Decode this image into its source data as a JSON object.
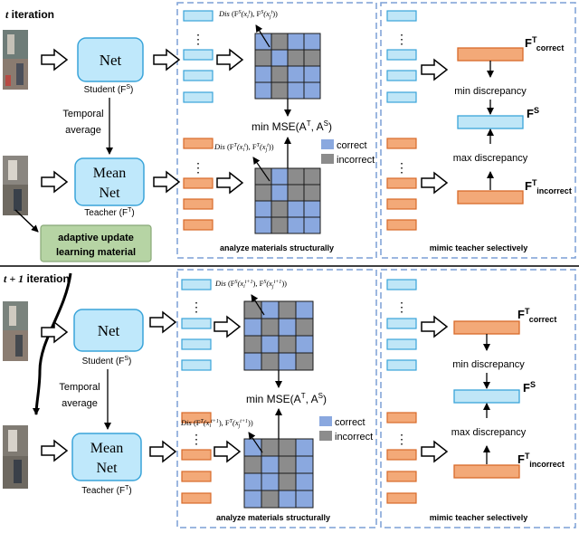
{
  "iteration_top": {
    "prefix": "t",
    "label": " iteration"
  },
  "iteration_bottom": {
    "prefix": "t + 1",
    "label": " iteration"
  },
  "net_label": "Net",
  "mean_label": "Mean",
  "student_label": "Student (F",
  "teacher_label": "Teacher (F",
  "sup_S": "S",
  "sup_T": "T",
  "temporal_line1": "Temporal",
  "temporal_line2": "average",
  "adaptive_line1": "adaptive update",
  "adaptive_line2": "learning material",
  "min_mse": "min MSE(A",
  "mse_mid": ", A",
  "legend_correct": "correct",
  "legend_incorrect": "incorrect",
  "analyze_label": "analyze materials structurally",
  "mimic_label": "mimic teacher selectively",
  "min_discrepancy": "min discrepancy",
  "max_discrepancy": "max discrepancy",
  "sub_correct": "correct",
  "sub_incorrect": "incorrect",
  "dis": "Dis",
  "dots": "⋮",
  "colors": {
    "blue_fill": "#bfe6f7",
    "blue_stroke": "#3aa4d9",
    "orange_fill": "#f3a978",
    "orange_stroke": "#d86a2a",
    "grid_blue": "#8aa8df",
    "grid_gray": "#8c8c8c",
    "net_fill": "#bfe8fb",
    "adaptive_fill": "#b6d4a4",
    "panel_border": "#7b9fd6"
  }
}
